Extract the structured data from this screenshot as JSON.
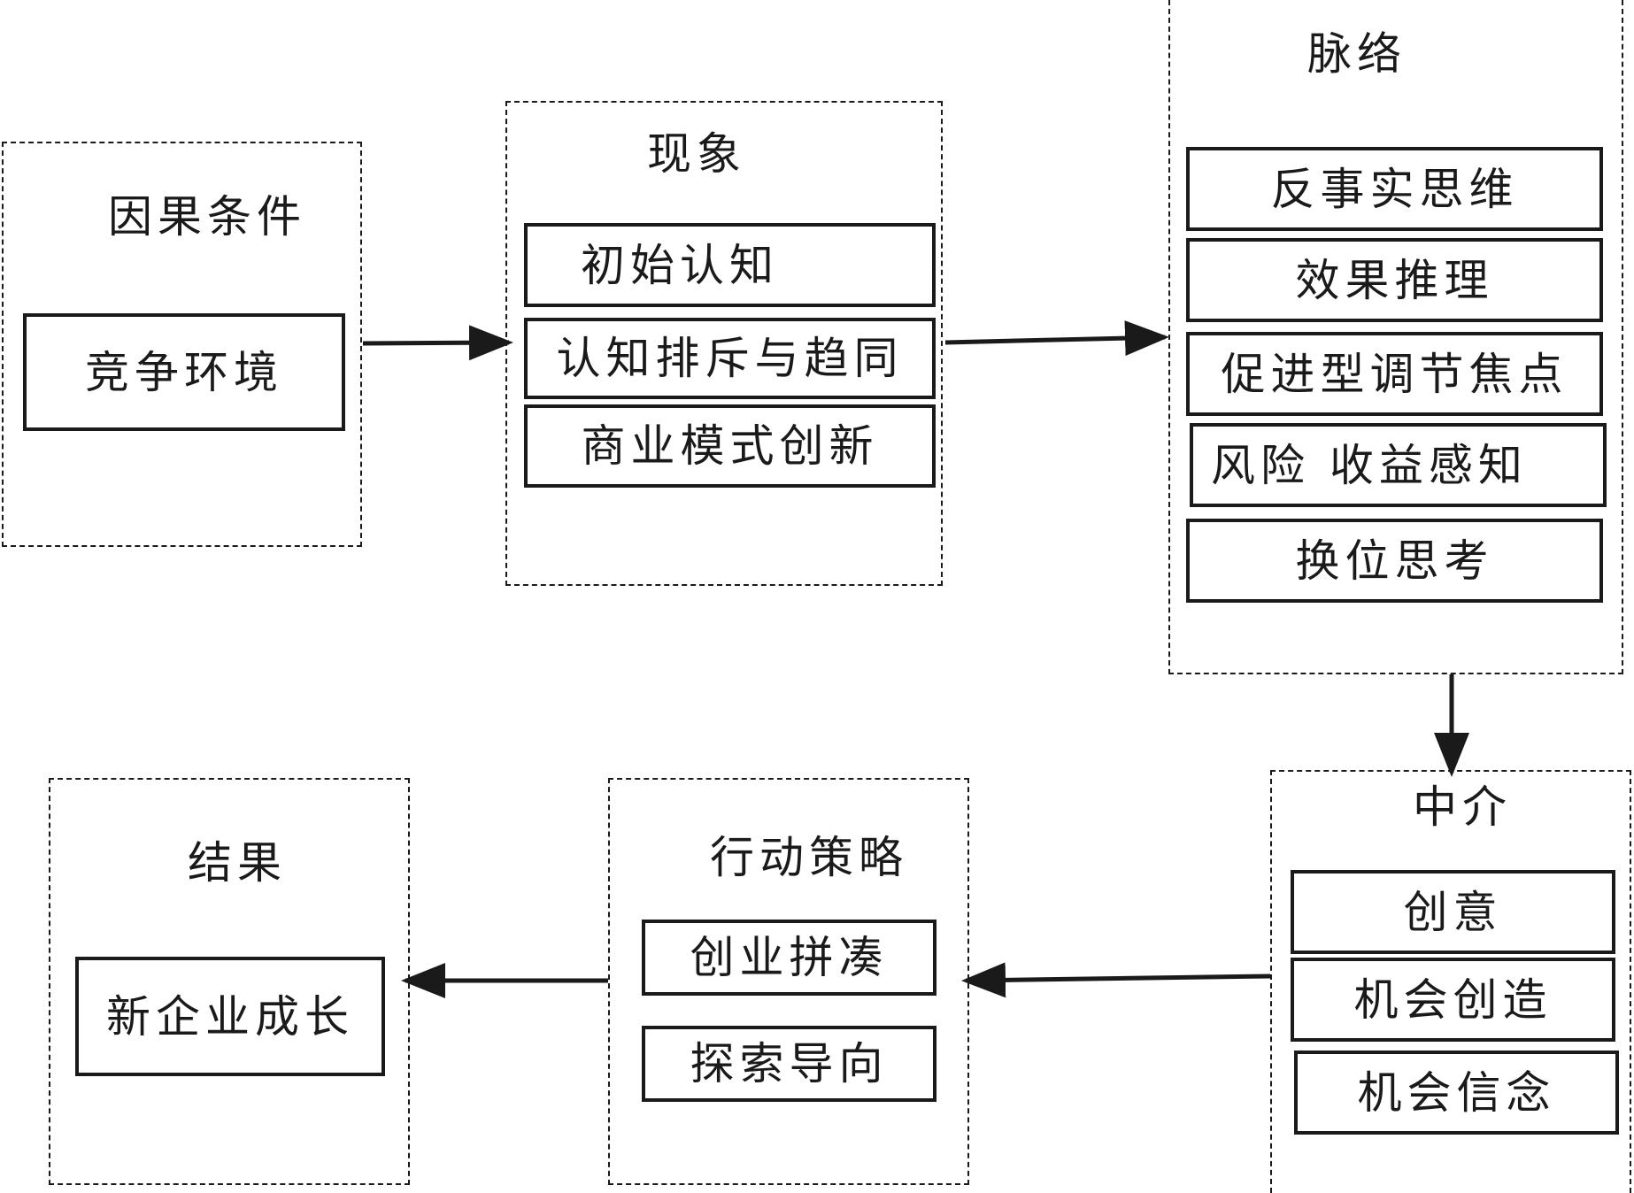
{
  "groups": {
    "causal": {
      "title": "因果条件",
      "items": [
        "竞争环境"
      ]
    },
    "phenomenon": {
      "title": "现象",
      "items": [
        "初始认知",
        "认知排斥与趋同",
        "商业模式创新"
      ]
    },
    "context": {
      "title": "脉络",
      "items": [
        "反事实思维",
        "效果推理",
        "促进型调节焦点",
        "风险 收益感知",
        "换位思考"
      ]
    },
    "mediator": {
      "title": "中介",
      "items": [
        "创意",
        "机会创造",
        "机会信念"
      ]
    },
    "strategy": {
      "title": "行动策略",
      "items": [
        "创业拼凑",
        "探索导向"
      ]
    },
    "result": {
      "title": "结果",
      "items": [
        "新企业成长"
      ]
    }
  },
  "colors": {
    "stroke": "#1a1a1a",
    "background": "#ffffff"
  }
}
